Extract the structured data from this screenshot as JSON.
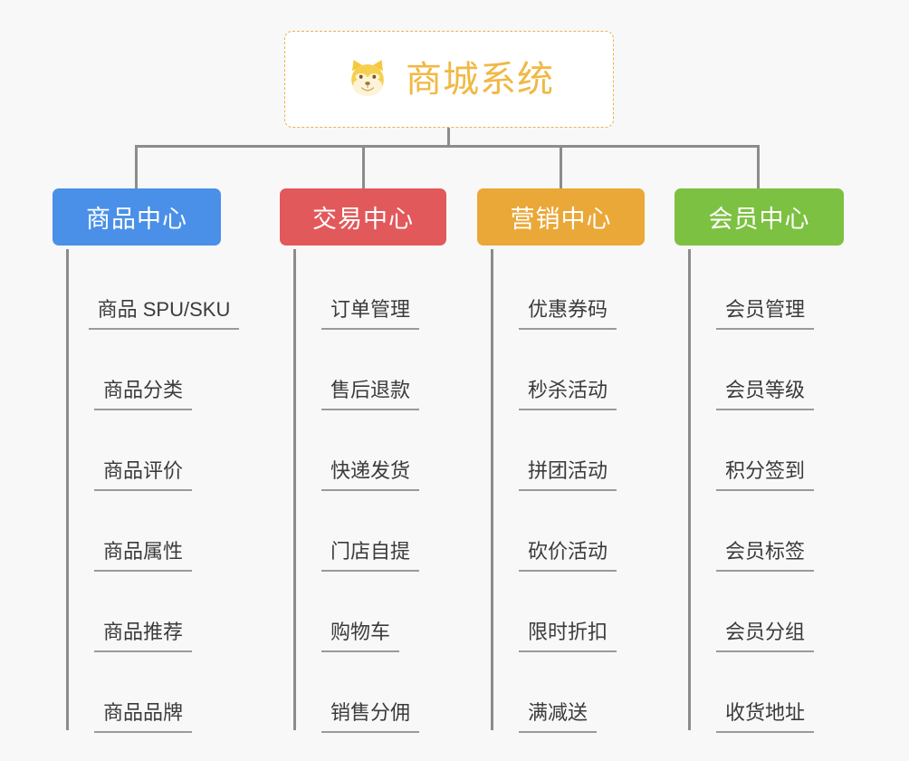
{
  "page": {
    "background_color": "#f8f8f8",
    "type": "org-chart-mindmap"
  },
  "root": {
    "title": "商城系统",
    "icon": "shiba-dog-icon",
    "border_color": "#e9b44c",
    "text_color": "#f0b844",
    "background_color": "#ffffff"
  },
  "connector": {
    "color": "#8c8c8c"
  },
  "columns": [
    {
      "key": "product-center",
      "label": "商品中心",
      "color": "#4a90e8",
      "items": [
        "商品 SPU/SKU",
        "商品分类",
        "商品评价",
        "商品属性",
        "商品推荐",
        "商品品牌"
      ]
    },
    {
      "key": "trade-center",
      "label": "交易中心",
      "color": "#e2595b",
      "items": [
        "订单管理",
        "售后退款",
        "快递发货",
        "门店自提",
        "购物车",
        "销售分佣"
      ]
    },
    {
      "key": "marketing-center",
      "label": "营销中心",
      "color": "#eaa838",
      "items": [
        "优惠券码",
        "秒杀活动",
        "拼团活动",
        "砍价活动",
        "限时折扣",
        "满减送"
      ]
    },
    {
      "key": "member-center",
      "label": "会员中心",
      "color": "#7cc142",
      "items": [
        "会员管理",
        "会员等级",
        "积分签到",
        "会员标签",
        "会员分组",
        "收货地址"
      ]
    }
  ]
}
